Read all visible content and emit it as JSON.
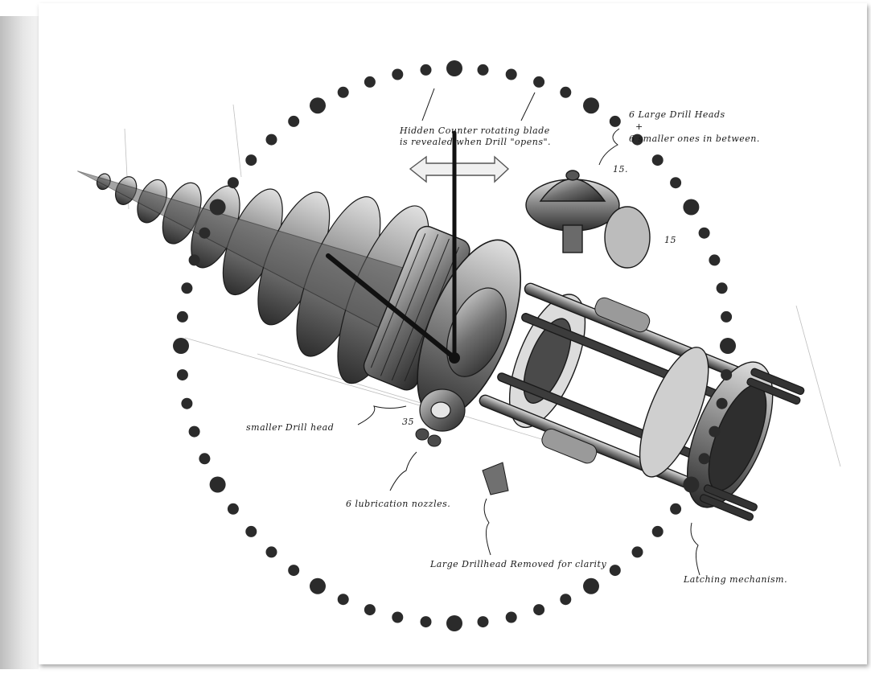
{
  "annotations": {
    "blade_line1": "Hidden Counter rotating blade",
    "blade_line2": "is revealed when Drill \"opens\".",
    "heads_line1": "6 Large Drill Heads",
    "heads_plus": "+",
    "heads_line2": "6 smaller ones in between.",
    "smaller_head": "smaller Drill head",
    "nozzles": "6 lubrication nozzles.",
    "large_removed": "Large Drillhead Removed for clarity",
    "latching": "Latching mechanism.",
    "mark_15a": "15.",
    "mark_15b": "15",
    "mark_35": "35"
  },
  "clock": {
    "hour_hand_to": "about 10",
    "minute_hand_to": "12"
  },
  "colors": {
    "ink": "#1a1a1a",
    "metal_dark": "#3a3a3a",
    "metal_mid": "#7a7a7a",
    "metal_light": "#c8c8c8",
    "dot": "#2b2b2b"
  }
}
